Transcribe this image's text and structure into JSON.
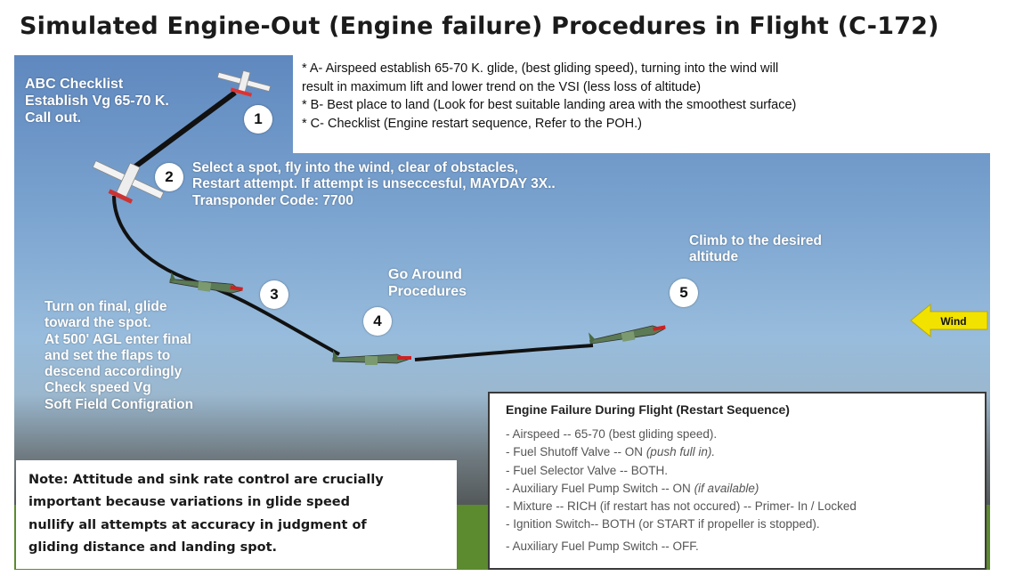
{
  "title": "Simulated Engine-Out (Engine failure) Procedures in Flight (C-172)",
  "abc_box": [
    "* A- Airspeed establish 65-70 K. glide, (best gliding speed), turning into the wind will",
    "result in maximum lift and lower trend on the VSI (less loss of altitude)",
    "* B- Best place to land (Look for best suitable landing area with the smoothest surface)",
    "* C- Checklist (Engine restart sequence, Refer to the POH.)"
  ],
  "steps": {
    "s1": {
      "number": "1",
      "lines": [
        "ABC Checklist",
        "Establish Vg 65-70 K.",
        "Call out."
      ]
    },
    "s2": {
      "number": "2",
      "lines": [
        "Select a spot, fly into the wind, clear of obstacles,",
        "Restart attempt. If attempt is unseccesful,  MAYDAY 3X..",
        "Transponder Code: 7700"
      ]
    },
    "s3": {
      "number": "3",
      "lines": [
        "Turn on final,  glide",
        "toward the spot.",
        "At 500' AGL enter final",
        "and set the flaps to",
        "descend accordingly",
        "Check speed Vg",
        "Soft Field Configration"
      ]
    },
    "s4": {
      "number": "4",
      "lines": [
        "Go Around",
        "Procedures"
      ]
    },
    "s5": {
      "number": "5",
      "lines": [
        "Climb to the desired",
        "altitude"
      ]
    }
  },
  "wind_label": "Wind",
  "note": [
    "Note: Attitude and sink rate control are crucially",
    "important because variations in glide speed",
    "nullify all attempts at accuracy in judgment of",
    "gliding distance and landing spot."
  ],
  "sequence": {
    "title": "Engine Failure During Flight (Restart Sequence)",
    "items": [
      {
        "text": "- Airspeed -- 65-70 (best gliding speed).",
        "italic": ""
      },
      {
        "text": "- Fuel Shutoff Valve -- ON ",
        "italic": "(push full in)."
      },
      {
        "text": "- Fuel Selector Valve -- BOTH.",
        "italic": ""
      },
      {
        "text": "- Auxiliary Fuel Pump Switch -- ON ",
        "italic": "(if available)"
      },
      {
        "text": "- Mixture -- RICH (if restart has not occured) -- Primer- In / Locked",
        "italic": ""
      },
      {
        "text": "- Ignition Switch-- BOTH (or START if propeller is stopped).",
        "italic": ""
      },
      {
        "text": "- Auxiliary Fuel Pump Switch -- OFF.",
        "italic": ""
      }
    ]
  },
  "colors": {
    "wind_arrow": "#f2e200",
    "path": "#111111",
    "ground": "#5c8a2e"
  }
}
